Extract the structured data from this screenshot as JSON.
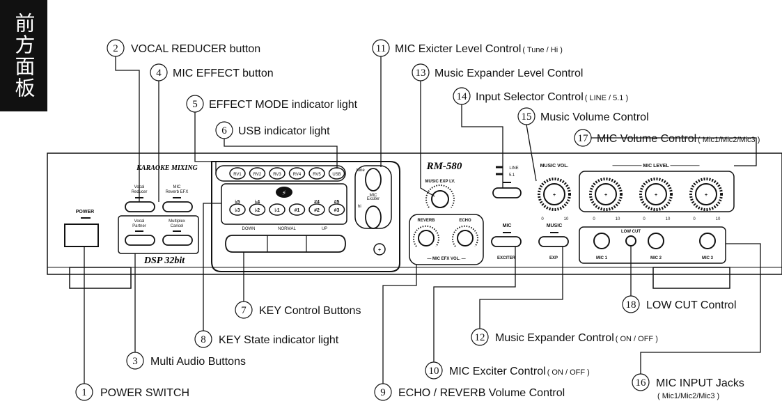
{
  "side_tab": "前方面板",
  "panel": {
    "brand_left": "KARAOKE MIXING",
    "brand_right": "RM-580",
    "dsp": "DSP 32bit",
    "power": "POWER",
    "vocal_reducer": [
      "Vocal",
      "Reducer"
    ],
    "mic_reverb": [
      "MIC",
      "Reverb EFX"
    ],
    "vocal_partner": [
      "Vocal",
      "Partner"
    ],
    "multiplex_cancel": [
      "Multiplex",
      "Cancel"
    ],
    "rv": [
      "RV1",
      "RV2",
      "RV3",
      "RV4",
      "RV5",
      "USB"
    ],
    "key_top": [
      "♭5",
      "♭4",
      "",
      "",
      "#4",
      "#5"
    ],
    "key_bottom": [
      "♭3",
      "♭2",
      "♭1",
      "#1",
      "#2",
      "#3"
    ],
    "key_buttons": [
      "DOWN",
      "NORMAL",
      "UP"
    ],
    "tune": "tune",
    "hi": "hi",
    "mic_exciter": [
      "MIC",
      "Exciter"
    ],
    "music_exp_lv": "MUSIC EXP LV.",
    "reverb": "REVERB",
    "echo": "ECHO",
    "mic_efx_vol": "MIC EFX VOL.",
    "line": "LINE",
    "five_one": "5.1",
    "music_vol": "MUSIC VOL.",
    "mic_level": "MIC LEVEL",
    "mic_btn": "MIC",
    "music_btn": "MUSIC",
    "exciter": "EXCITER",
    "exp": "EXP",
    "low_cut": "LOW CUT",
    "mic_jacks": [
      "MIC 1",
      "MIC 2",
      "MIC 3"
    ],
    "scale_0": "0",
    "scale_10": "10"
  },
  "callouts": [
    {
      "num": "2",
      "label": "VOCAL REDUCER button",
      "sub": ""
    },
    {
      "num": "4",
      "label": "MIC EFFECT button",
      "sub": ""
    },
    {
      "num": "5",
      "label": "EFFECT MODE indicator light",
      "sub": ""
    },
    {
      "num": "6",
      "label": "USB indicator light",
      "sub": ""
    },
    {
      "num": "11",
      "label": "MIC Exicter Level Control",
      "sub": "( Tune / Hi )"
    },
    {
      "num": "13",
      "label": "Music Expander Level Control",
      "sub": ""
    },
    {
      "num": "14",
      "label": "Input Selector Control",
      "sub": "( LINE / 5.1 )"
    },
    {
      "num": "15",
      "label": "Music Volume Control",
      "sub": ""
    },
    {
      "num": "17",
      "label": "MIC Volume Control",
      "sub": "( Mic1/Mic2/Mic3 )"
    },
    {
      "num": "7",
      "label": "KEY Control Buttons",
      "sub": ""
    },
    {
      "num": "18",
      "label": "LOW CUT Control",
      "sub": ""
    },
    {
      "num": "8",
      "label": "KEY State indicator light",
      "sub": ""
    },
    {
      "num": "12",
      "label": "Music Expander Control",
      "sub": "( ON / OFF )"
    },
    {
      "num": "3",
      "label": "Multi Audio Buttons",
      "sub": ""
    },
    {
      "num": "10",
      "label": "MIC Exciter Control",
      "sub": "( ON / OFF )"
    },
    {
      "num": "16",
      "label": "MIC INPUT Jacks",
      "sub": "( Mic1/Mic2/Mic3 )"
    },
    {
      "num": "1",
      "label": "POWER SWITCH",
      "sub": ""
    },
    {
      "num": "9",
      "label": "ECHO / REVERB Volume Control",
      "sub": ""
    }
  ]
}
